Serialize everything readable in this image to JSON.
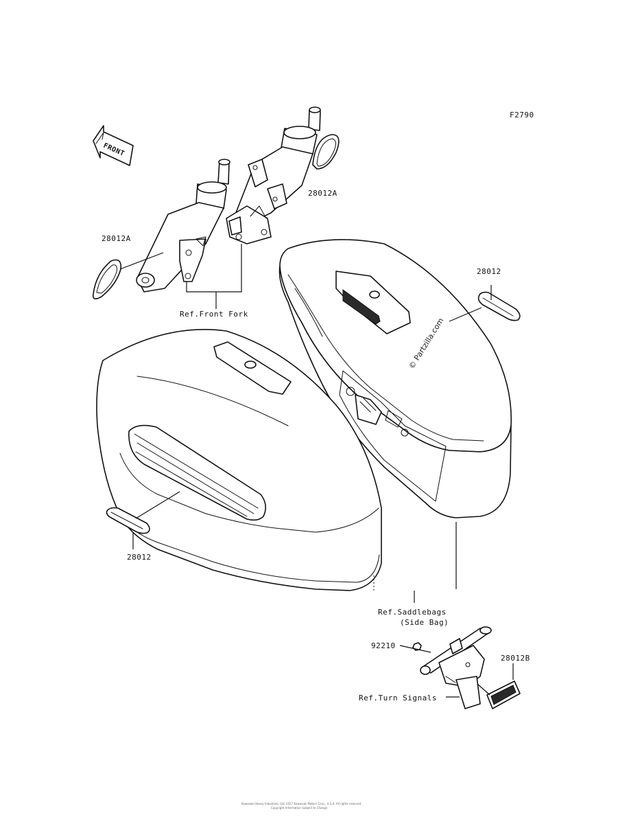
{
  "figure_code": "F2790",
  "front_arrow_label": "FRONT",
  "callouts": {
    "reflector_fork_right": "28012A",
    "reflector_fork_left": "28012A",
    "reflector_bag_right": "28012",
    "reflector_bag_left": "28012",
    "nut": "92210",
    "rear_reflector": "28012B"
  },
  "references": {
    "front_fork": "Ref.Front Fork",
    "saddlebags_line1": "Ref.Saddlebags",
    "saddlebags_line2": "(Side Bag)",
    "turn_signals": "Ref.Turn Signals"
  },
  "watermark": "© Partzilla.com",
  "footer_line1": "Kawasaki Heavy Industries, Ltd. 2017 Kawasaki Motors Corp., U.S.A. All rights reserved.",
  "footer_line2": "Copyright Information Subject to Change"
}
